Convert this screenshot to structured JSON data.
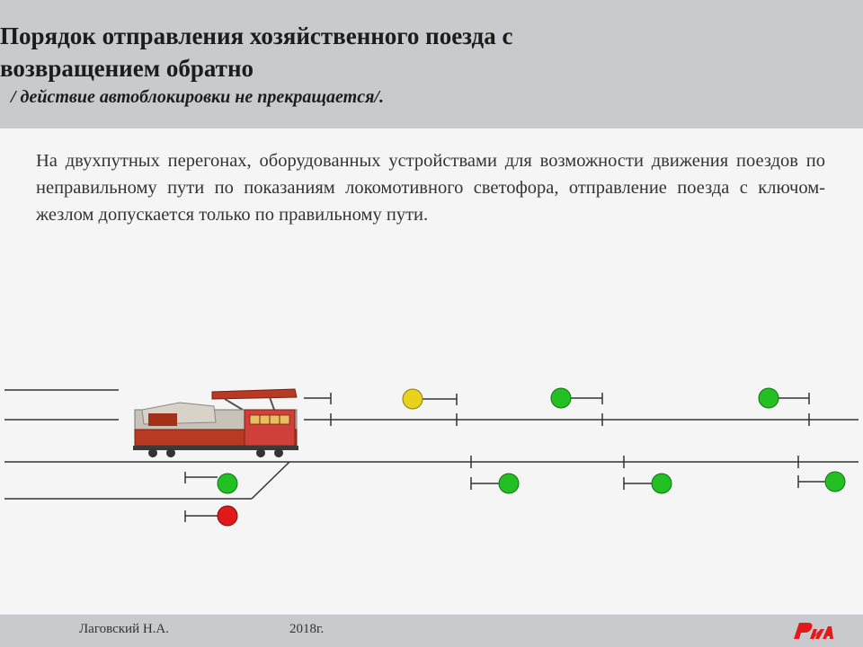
{
  "header": {
    "title_line1": "Порядок отправления хозяйственного поезда с",
    "title_line2": "возвращением обратно",
    "subtitle": "/ действие автоблокировки не прекращается/."
  },
  "body": {
    "paragraph": "На двухпутных перегонах, оборудованных устройствами для возможности движения поездов по неправильному пути по показаниям локомотивного светофора, отправление поезда с ключом-жезлом допускается только  по правильному пути."
  },
  "footer": {
    "author": "Лаговский Н.А.",
    "year": "2018г.",
    "logo_text": "РЖД"
  },
  "colors": {
    "header_bg": "#c8cacd",
    "signal_green": "#22c022",
    "signal_yellow": "#e8d21c",
    "signal_red": "#e01a1a",
    "loco_red": "#b83a22",
    "logo_red": "#e21a1a"
  },
  "signals": [
    {
      "track": "upper",
      "aspect": "yellow"
    },
    {
      "track": "upper",
      "aspect": "green"
    },
    {
      "track": "upper",
      "aspect": "green"
    },
    {
      "track": "station",
      "aspect": "green"
    },
    {
      "track": "station",
      "aspect": "red"
    },
    {
      "track": "lower",
      "aspect": "green"
    },
    {
      "track": "lower",
      "aspect": "green"
    },
    {
      "track": "lower",
      "aspect": "green"
    }
  ]
}
